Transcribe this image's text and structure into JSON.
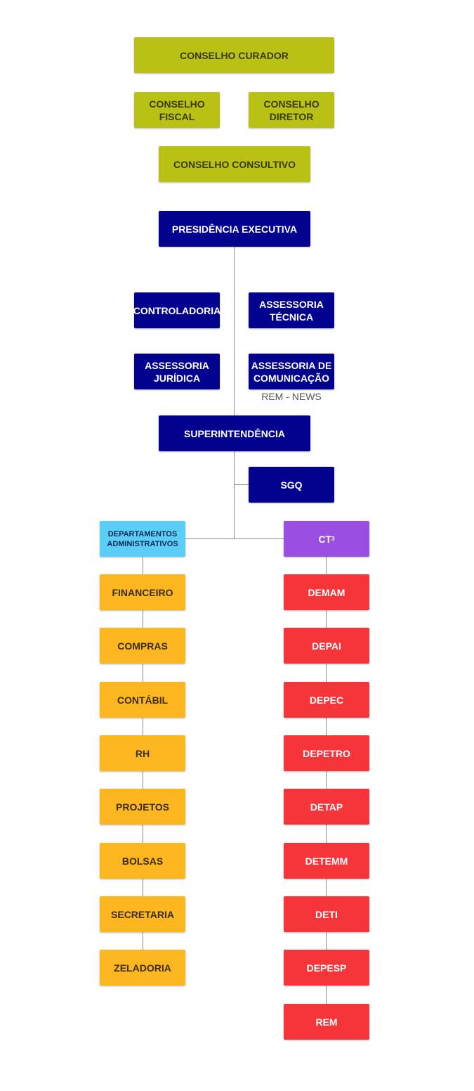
{
  "councils": {
    "curador": "CONSELHO CURADOR",
    "fiscal": "CONSELHO\nFISCAL",
    "diretor": "CONSELHO\nDIRETOR",
    "consultivo": "CONSELHO CONSULTIVO"
  },
  "executive": {
    "presidencia": "PRESIDÊNCIA EXECUTIVA",
    "controladoria": "CONTROLADORIA",
    "assessoria_tecnica": "ASSESSORIA\nTÉCNICA",
    "assessoria_juridica": "ASSESSORIA\nJURÍDICA",
    "assessoria_comunicacao": "ASSESSORIA DE\nCOMUNICAÇÃO",
    "comunicacao_caption": "REM - NEWS",
    "superintendencia": "SUPERINTENDÊNCIA",
    "sgq": "SGQ"
  },
  "administrative": {
    "header": "DEPARTAMENTOS\nADMINISTRATIVOS",
    "items": [
      "FINANCEIRO",
      "COMPRAS",
      "CONTÁBIL",
      "RH",
      "PROJETOS",
      "BOLSAS",
      "SECRETARIA",
      "ZELADORIA"
    ]
  },
  "technical": {
    "header_text": "CT",
    "header_sup": "3",
    "items": [
      "DEMAM",
      "DEPAI",
      "DEPEC",
      "DEPETRO",
      "DETAP",
      "DETEMM",
      "DETI",
      "DEPESP",
      "REM"
    ]
  },
  "colors": {
    "councils": "#b8c114",
    "executive": "#03028e",
    "administrative_header": "#5bcdf7",
    "technical_header": "#9b4fe0",
    "administrative": "#fcb61f",
    "technical": "#f5353a",
    "connector": "#8d8d8d"
  }
}
